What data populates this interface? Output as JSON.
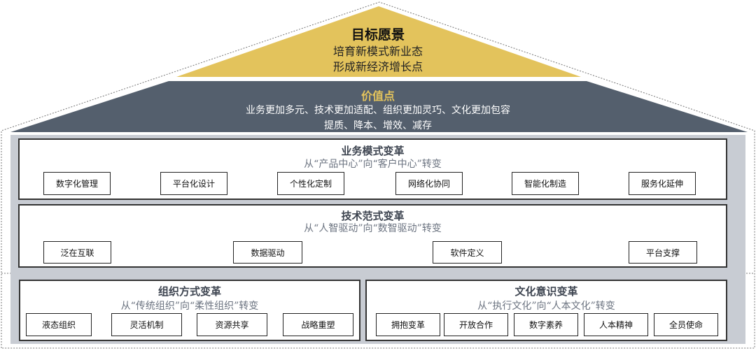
{
  "vision": {
    "title": "目标愿景",
    "line1": "培育新模式新业态",
    "line2": "形成新经济增长点"
  },
  "value": {
    "title": "价值点",
    "line1": "业务更加多元、技术更加适配、组织更加灵巧、文化更加包容",
    "line2": "提质、降本、增效、减存"
  },
  "business": {
    "title": "业务模式变革",
    "subtitle": "从“产品中心”向“客户中心”转变",
    "items": [
      "数字化管理",
      "平台化设计",
      "个性化定制",
      "网络化协同",
      "智能化制造",
      "服务化延伸"
    ]
  },
  "tech": {
    "title": "技术范式变革",
    "subtitle": "从“人智驱动”向“数智驱动”转变",
    "items": [
      "泛在互联",
      "数据驱动",
      "软件定义",
      "平台支撑"
    ]
  },
  "org": {
    "title": "组织方式变革",
    "subtitle": "从“传统组织”向“柔性组织”转变",
    "items": [
      "液态组织",
      "灵活机制",
      "资源共享",
      "战略重塑"
    ]
  },
  "culture": {
    "title": "文化意识变革",
    "subtitle": "从“执行文化”向“人本文化”转变",
    "items": [
      "拥抱变革",
      "开放合作",
      "数字素养",
      "人本精神",
      "全员使命"
    ]
  },
  "colors": {
    "gold": "#e3c35c",
    "slate": "#545f6d",
    "panel": "#c8ccd3"
  }
}
